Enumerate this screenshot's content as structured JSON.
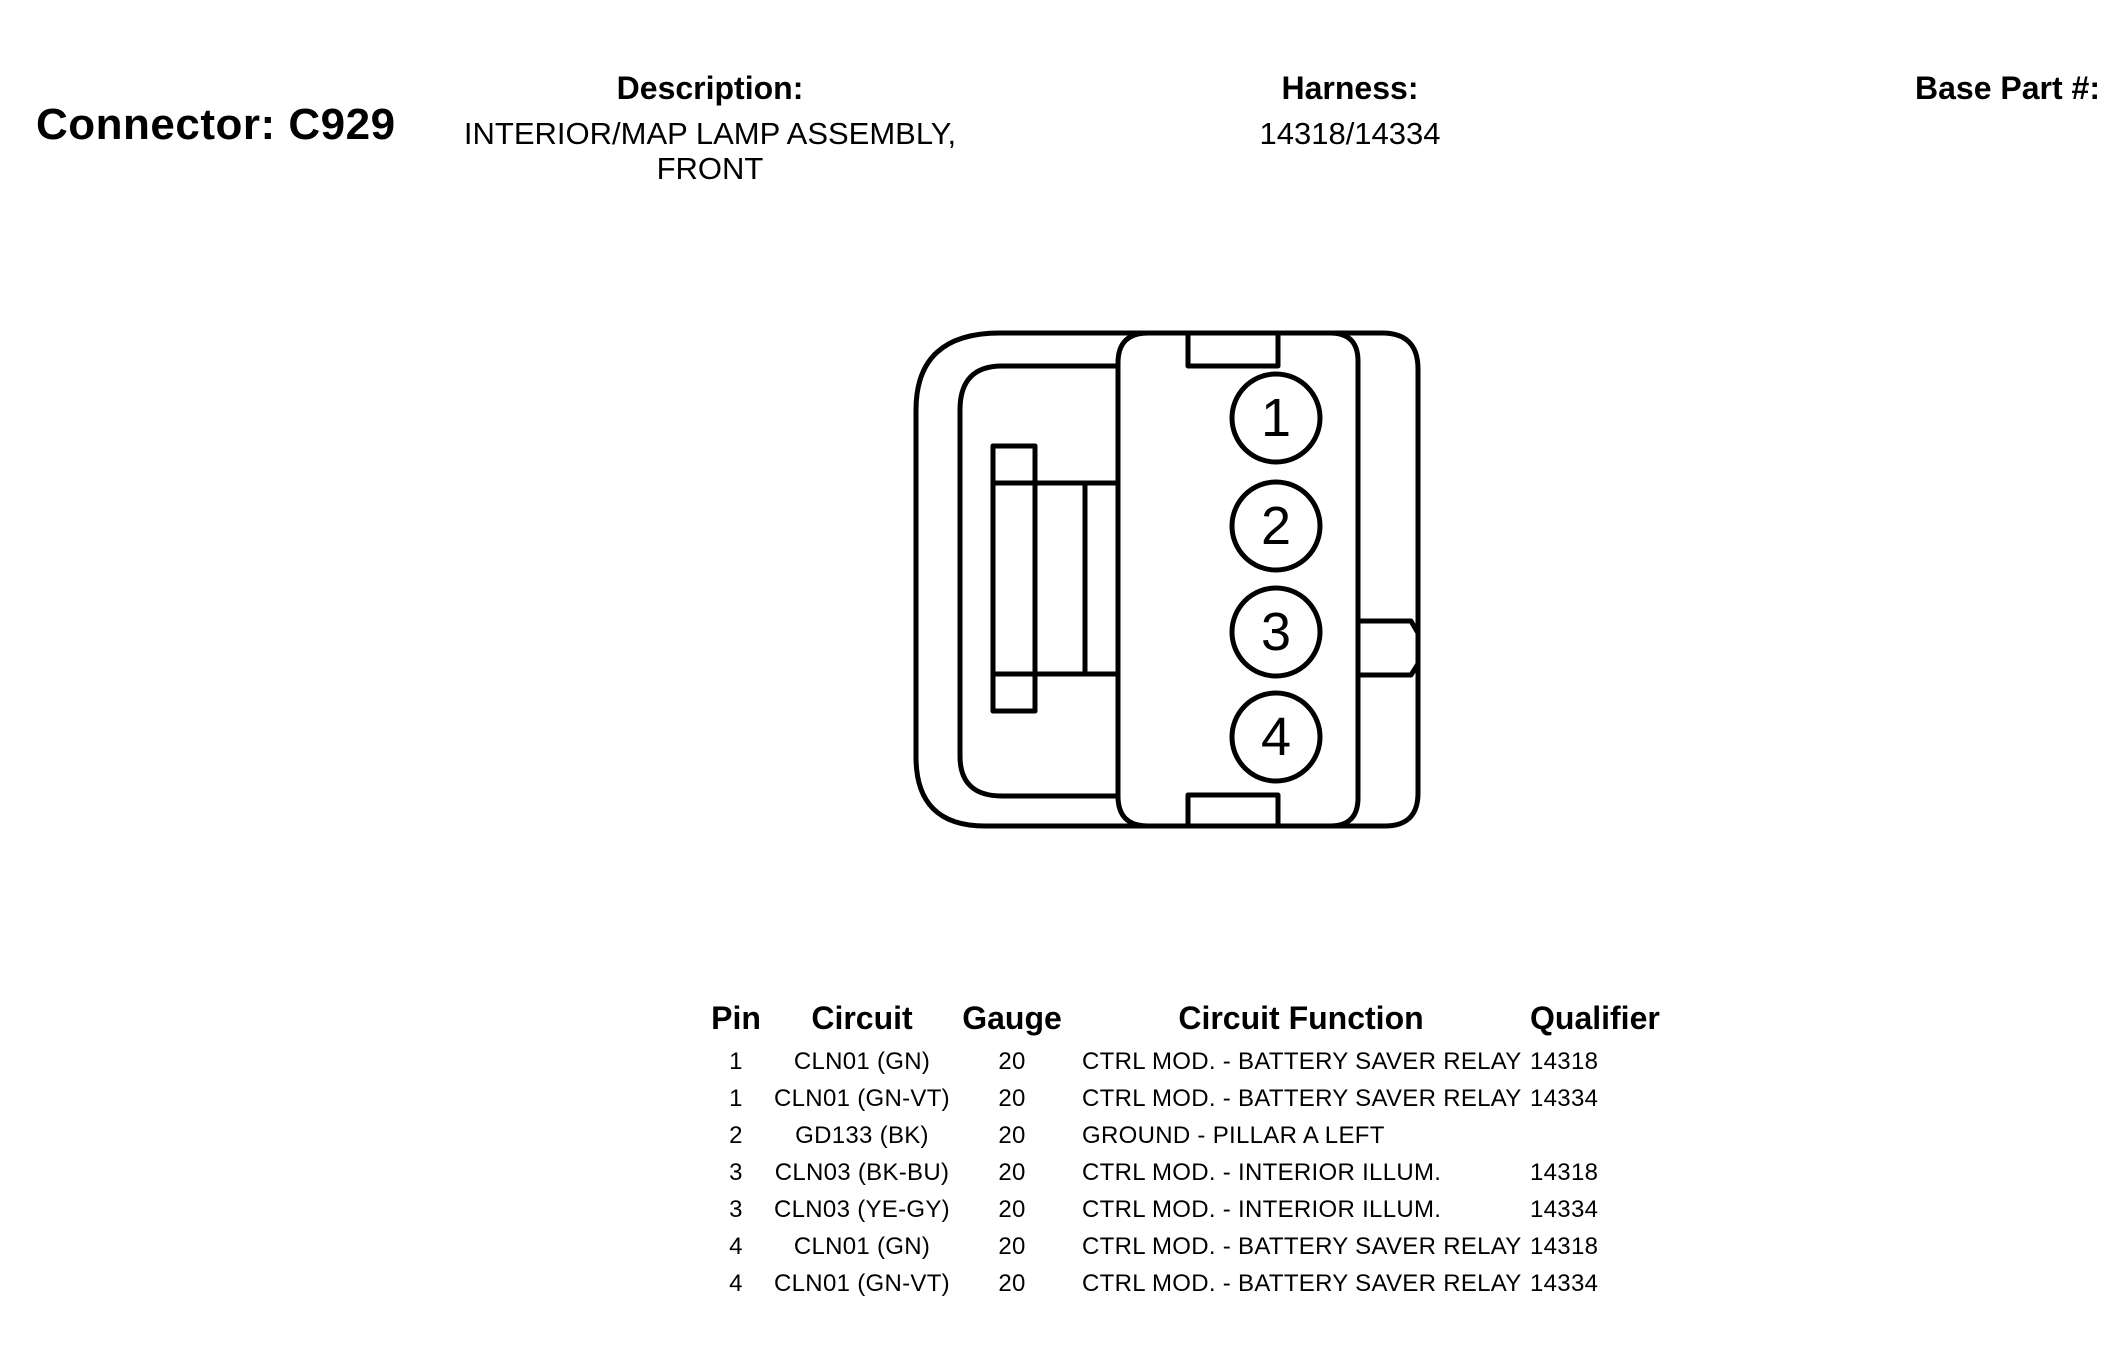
{
  "header": {
    "connector_title": "Connector: C929",
    "description_label": "Description:",
    "description_line1": "INTERIOR/MAP LAMP ASSEMBLY,",
    "description_line2": "FRONT",
    "harness_label": "Harness:",
    "harness_value": "14318/14334",
    "base_part_label": "Base Part #:"
  },
  "connector": {
    "pins": [
      "1",
      "2",
      "3",
      "4"
    ]
  },
  "table": {
    "headers": {
      "pin": "Pin",
      "circuit": "Circuit",
      "gauge": "Gauge",
      "function": "Circuit Function",
      "qualifier": "Qualifier"
    },
    "rows": [
      {
        "pin": "1",
        "circuit": "CLN01 (GN)",
        "gauge": "20",
        "function": "CTRL MOD. - BATTERY SAVER RELAY",
        "qualifier": "14318"
      },
      {
        "pin": "1",
        "circuit": "CLN01 (GN-VT)",
        "gauge": "20",
        "function": "CTRL MOD. - BATTERY SAVER RELAY",
        "qualifier": "14334"
      },
      {
        "pin": "2",
        "circuit": "GD133 (BK)",
        "gauge": "20",
        "function": "GROUND - PILLAR A LEFT",
        "qualifier": ""
      },
      {
        "pin": "3",
        "circuit": "CLN03 (BK-BU)",
        "gauge": "20",
        "function": "CTRL MOD. - INTERIOR ILLUM.",
        "qualifier": "14318"
      },
      {
        "pin": "3",
        "circuit": "CLN03 (YE-GY)",
        "gauge": "20",
        "function": "CTRL MOD. - INTERIOR ILLUM.",
        "qualifier": "14334"
      },
      {
        "pin": "4",
        "circuit": "CLN01 (GN)",
        "gauge": "20",
        "function": "CTRL MOD. - BATTERY SAVER RELAY",
        "qualifier": "14318"
      },
      {
        "pin": "4",
        "circuit": "CLN01 (GN-VT)",
        "gauge": "20",
        "function": "CTRL MOD. - BATTERY SAVER RELAY",
        "qualifier": "14334"
      }
    ]
  }
}
